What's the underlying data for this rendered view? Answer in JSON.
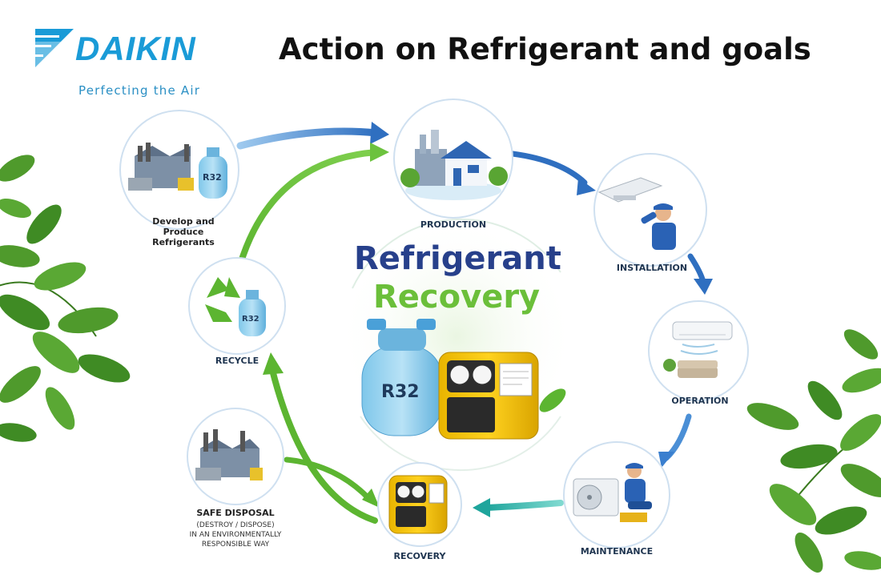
{
  "brand": {
    "name": "DAIKIN",
    "tagline": "Perfecting the Air",
    "color": "#1a9bd7"
  },
  "title": "Action on Refrigerant and goals",
  "center": {
    "line1": "Refrigerant",
    "line2": "Recovery",
    "line1_color": "#27408b",
    "line2_color": "#6bbf3a",
    "cylinder_label": "R32"
  },
  "nodes": {
    "develop": {
      "label": "Develop and Produce Refrigerants",
      "cylinder_label": "R32"
    },
    "production": {
      "label": "PRODUCTION"
    },
    "installation": {
      "label": "INSTALLATION"
    },
    "operation": {
      "label": "OPERATION"
    },
    "maintenance": {
      "label": "MAINTENANCE"
    },
    "recovery": {
      "label": "RECOVERY"
    },
    "disposal": {
      "label": "SAFE DISPOSAL",
      "sub1": "(DESTROY / DISPOSE)",
      "sub2": "IN AN ENVIRONMENTALLY",
      "sub3": "RESPONSIBLE WAY"
    },
    "recycle": {
      "label": "RECYCLE",
      "cylinder_label": "R32"
    }
  },
  "colors": {
    "arrow_blue": "#2f6fc0",
    "arrow_green": "#5cb531",
    "arrow_teal": "#2ab0a8",
    "leaf": "#4f9a2c"
  }
}
